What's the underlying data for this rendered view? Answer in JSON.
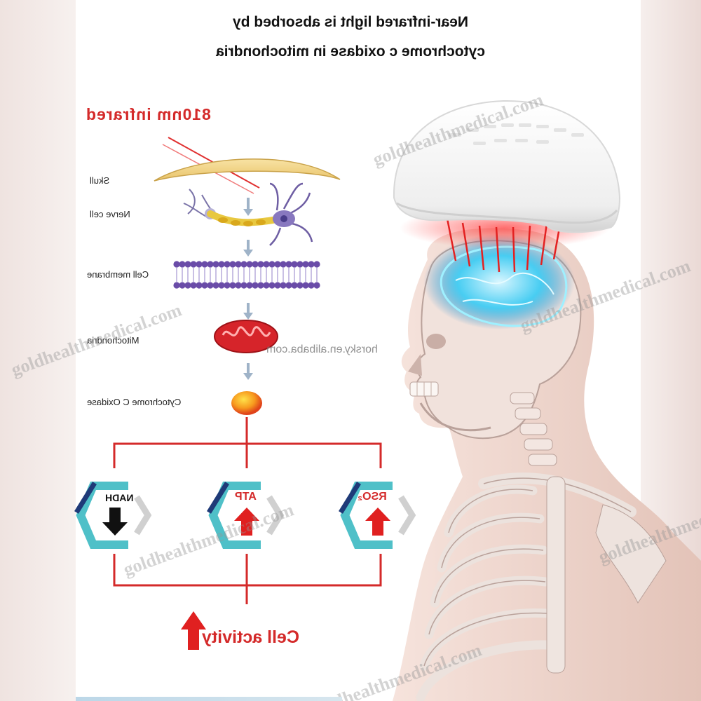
{
  "title": {
    "line1": "Near-infrared light is absorbed by",
    "line2": "cytochrome c oxidase in mitochondria"
  },
  "light_label": "810nm infrared",
  "layers": {
    "skull": "Skull",
    "nerve_cell": "Nerve cell",
    "cell_membrane": "Cell membrane",
    "mitochondria": "Mitochondria",
    "cytochrome": "Cytochrome C Oxidase"
  },
  "outputs": {
    "nadh": {
      "label": "NADH",
      "direction": "down",
      "color": "#111111"
    },
    "atp": {
      "label": "ATP",
      "direction": "up",
      "color": "#d42a2a"
    },
    "rso": {
      "label": "RSO₂",
      "direction": "up",
      "color": "#d42a2a"
    }
  },
  "result": {
    "label": "Cell activity",
    "direction": "up"
  },
  "source": "horsky.en.alibaba.com",
  "watermark": "goldhealthmedical.com",
  "colors": {
    "accent_red": "#d42a2a",
    "membrane_purple": "#6a4ca8",
    "hex_teal": "#4fc0c8",
    "hex_navy": "#1f3a78",
    "brain_glow": "#35c4ee"
  }
}
